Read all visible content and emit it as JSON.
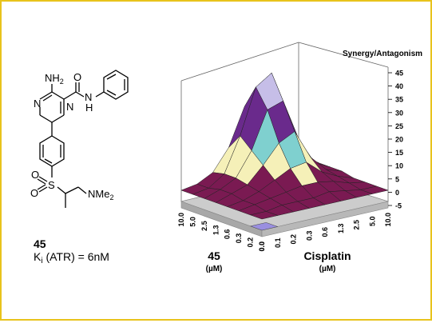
{
  "molecule": {
    "atoms": {
      "nh2": "NH",
      "nh2_sub": "2",
      "o_carbonyl": "O",
      "n_ring_left": "N",
      "n_ring_bottom": "N",
      "n_amide": "N",
      "h_amide": "H",
      "o_sulfonyl_top": "O",
      "o_sulfonyl_left": "O",
      "s_sulfonyl": "S",
      "nme2": "NMe",
      "nme2_sub": "2"
    },
    "compound_number": "45",
    "ki_prefix": "K",
    "ki_sub": "i",
    "ki_text": " (ATR) = 6nM"
  },
  "chart_data": {
    "type": "surface",
    "title": "Synergy/Antagonism",
    "zlim": [
      -5,
      45
    ],
    "z_ticks": [
      "45",
      "40",
      "35",
      "30",
      "25",
      "20",
      "15",
      "10",
      "5",
      "0",
      "-5"
    ],
    "x_axis": {
      "label": "45",
      "unit": "(µM)",
      "ticks": [
        "10.0",
        "5.0",
        "2.5",
        "1.3",
        "0.6",
        "0.3",
        "0.2",
        "0.0"
      ]
    },
    "y_axis": {
      "label": "Cisplatin",
      "unit": "(µM)",
      "ticks": [
        "0.0",
        "0.1",
        "0.2",
        "0.3",
        "0.6",
        "1.3",
        "2.5",
        "5.0",
        "10.0"
      ]
    },
    "band_colors": [
      "#7a1a52",
      "#f5f0b8",
      "#7fd0cf",
      "#6a2a8c",
      "#f27c82",
      "#c6bee8",
      "#36a6c8"
    ],
    "grid": [
      [
        0,
        0,
        0,
        0,
        0,
        0,
        0,
        0,
        0
      ],
      [
        0,
        0,
        1,
        1,
        1,
        2,
        1,
        0,
        0
      ],
      [
        0,
        1,
        2,
        3,
        4,
        4,
        3,
        1,
        0
      ],
      [
        0,
        1,
        3,
        6,
        9,
        10,
        5,
        2,
        0
      ],
      [
        0,
        2,
        4,
        10,
        17,
        20,
        9,
        3,
        1
      ],
      [
        0,
        2,
        5,
        14,
        28,
        30,
        14,
        4,
        1
      ],
      [
        0,
        1,
        5,
        18,
        35,
        39,
        18,
        5,
        1
      ],
      [
        0,
        1,
        4,
        12,
        26,
        30,
        12,
        4,
        1
      ]
    ]
  }
}
